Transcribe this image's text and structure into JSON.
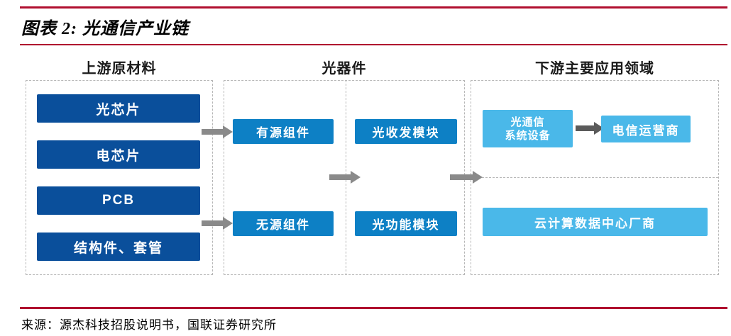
{
  "figure": {
    "title": "图表 2: 光通信产业链",
    "source": "来源：源杰科技招股说明书，国联证券研究所"
  },
  "diagram": {
    "upstream": {
      "header": "上游原材料",
      "items": [
        "光芯片",
        "电芯片",
        "PCB",
        "结构件、套管"
      ]
    },
    "midstream": {
      "header": "光器件",
      "components": [
        "有源组件",
        "无源组件"
      ],
      "modules": [
        "光收发模块",
        "光功能模块"
      ]
    },
    "downstream": {
      "header": "下游主要应用领域",
      "system_equipment_line1": "光通信",
      "system_equipment_line2": "系统设备",
      "telecom_operator": "电信运营商",
      "cloud_datacenter": "云计算数据中心厂商"
    }
  },
  "colors": {
    "accent_red": "#B00F2F",
    "dark_blue": "#0A4F9B",
    "mid_blue": "#0D80C5",
    "light_blue": "#4AB8E9",
    "arrow_gray": "#8A8A8A",
    "arrow_dark_gray": "#5A5A5A",
    "dashed_border": "#B7B7B7"
  }
}
